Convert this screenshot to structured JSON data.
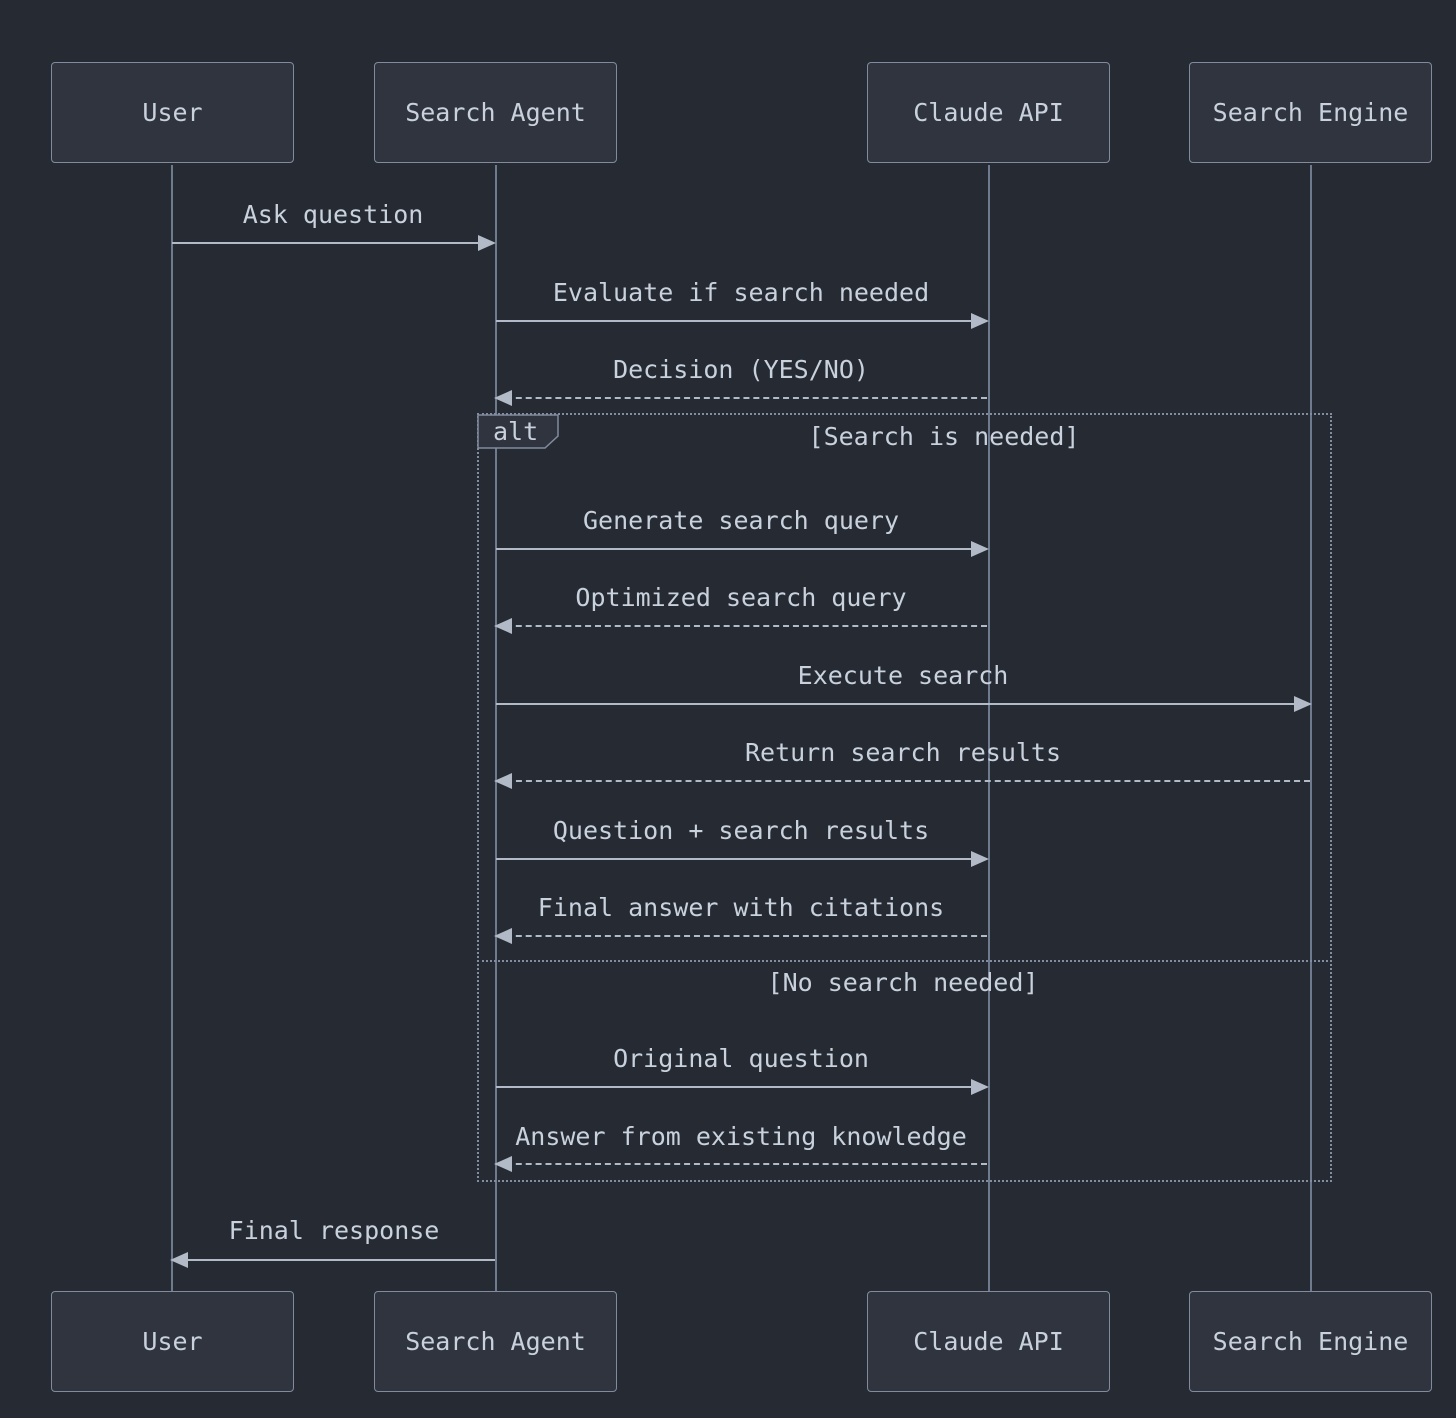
{
  "diagram": {
    "type": "sequence",
    "participants": [
      {
        "name": "User"
      },
      {
        "name": "Search Agent"
      },
      {
        "name": "Claude API"
      },
      {
        "name": "Search Engine"
      }
    ],
    "messages": [
      {
        "label": "Ask question",
        "from": "User",
        "to": "Search Agent",
        "line": "solid",
        "direction": "right"
      },
      {
        "label": "Evaluate if search needed",
        "from": "Search Agent",
        "to": "Claude API",
        "line": "solid",
        "direction": "right"
      },
      {
        "label": "Decision (YES/NO)",
        "from": "Claude API",
        "to": "Search Agent",
        "line": "dashed",
        "direction": "left"
      },
      {
        "label": "Generate search query",
        "from": "Search Agent",
        "to": "Claude API",
        "line": "solid",
        "direction": "right"
      },
      {
        "label": "Optimized search query",
        "from": "Claude API",
        "to": "Search Agent",
        "line": "dashed",
        "direction": "left"
      },
      {
        "label": "Execute search",
        "from": "Search Agent",
        "to": "Search Engine",
        "line": "solid",
        "direction": "right"
      },
      {
        "label": "Return search results",
        "from": "Search Engine",
        "to": "Search Agent",
        "line": "dashed",
        "direction": "left"
      },
      {
        "label": "Question + search results",
        "from": "Search Agent",
        "to": "Claude API",
        "line": "solid",
        "direction": "right"
      },
      {
        "label": "Final answer with citations",
        "from": "Claude API",
        "to": "Search Agent",
        "line": "dashed",
        "direction": "left"
      },
      {
        "label": "Original question",
        "from": "Search Agent",
        "to": "Claude API",
        "line": "solid",
        "direction": "right"
      },
      {
        "label": "Answer from existing knowledge",
        "from": "Claude API",
        "to": "Search Agent",
        "line": "dashed",
        "direction": "left"
      },
      {
        "label": "Final response",
        "from": "Search Agent",
        "to": "User",
        "line": "solid",
        "direction": "left"
      }
    ],
    "alt_block": {
      "label": "alt",
      "branches": [
        {
          "guard": "[Search is needed]"
        },
        {
          "guard": "[No search needed]"
        }
      ]
    },
    "colors": {
      "background": "#262b33",
      "box_fill": "#2f343e",
      "box_border": "#828b9d",
      "lifeline": "#6e7a8d",
      "arrow": "#b2bac7",
      "text": "#c9d1dd",
      "frame": "#828da0"
    }
  }
}
